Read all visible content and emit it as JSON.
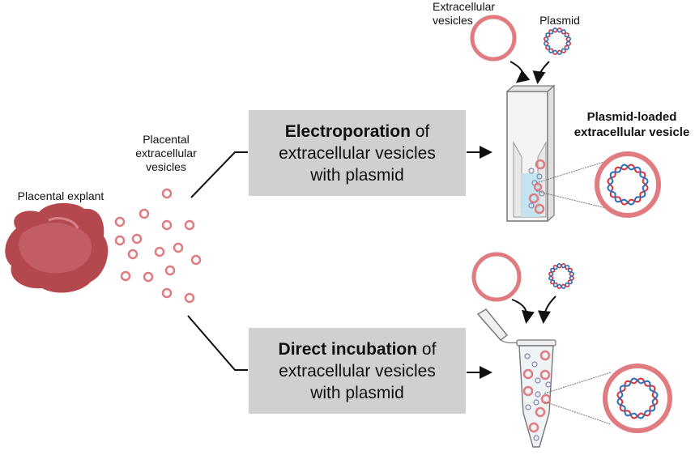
{
  "labels": {
    "placental_explant": "Placental explant",
    "placental_evs": [
      "Placental",
      "extracellular",
      "vesicles"
    ],
    "extracellular_vesicles": [
      "Extracellular",
      "vesicles"
    ],
    "plasmid": "Plasmid",
    "plasmid_loaded": [
      "Plasmid-loaded",
      "extracellular vesicle"
    ]
  },
  "methods": [
    {
      "bold": "Electroporation",
      "rest1": " of",
      "line2": "extracellular vesicles",
      "line3": "with plasmid"
    },
    {
      "bold": "Direct incubation",
      "rest1": " of",
      "line2": "extracellular vesicles",
      "line3": "with plasmid"
    }
  ],
  "colors": {
    "vesicle": "#e07b80",
    "tissue": "#b5484f",
    "box": "#d0d0d0",
    "dna_red": "#d9323c",
    "dna_blue": "#2a6fb8",
    "liquid": "#bfe3f0"
  }
}
